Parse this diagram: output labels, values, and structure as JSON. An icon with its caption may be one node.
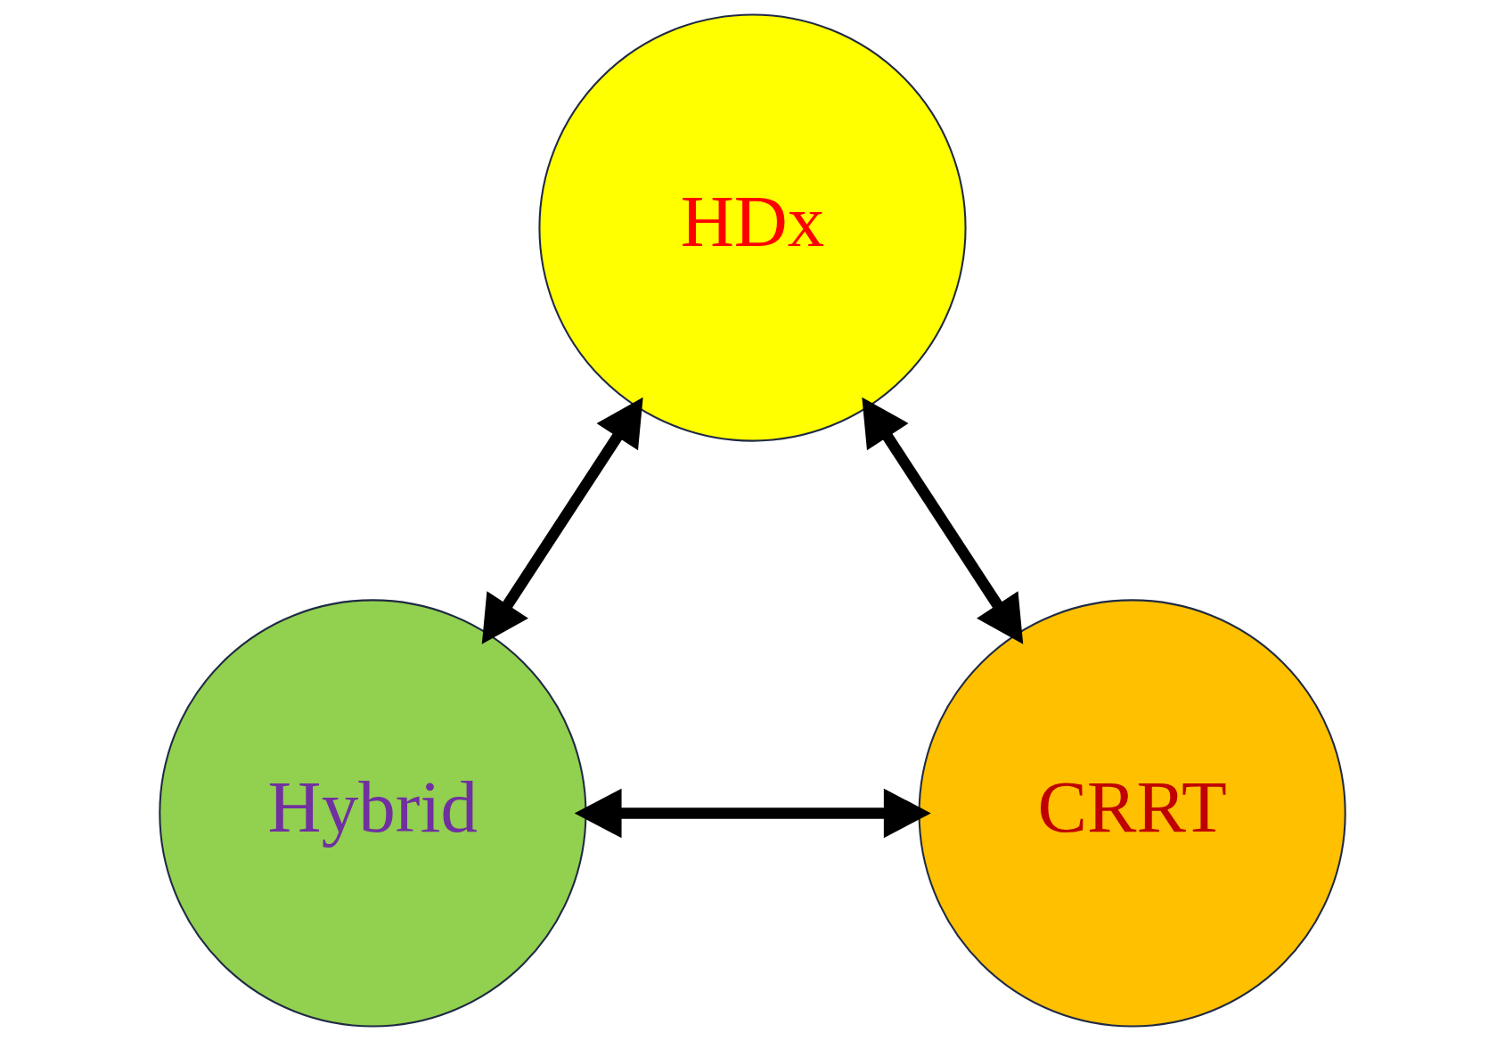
{
  "diagram": {
    "nodes": [
      {
        "text": [
          "HDx"
        ]
      },
      {
        "text": [
          "Hybrid"
        ]
      },
      {
        "text": [
          "CRRT"
        ]
      }
    ],
    "edges": [
      {
        "from": 0,
        "to": 1,
        "arrow": "both"
      },
      {
        "from": 0,
        "to": 2,
        "arrow": "both"
      },
      {
        "from": 1,
        "to": 2,
        "arrow": "both"
      }
    ]
  }
}
